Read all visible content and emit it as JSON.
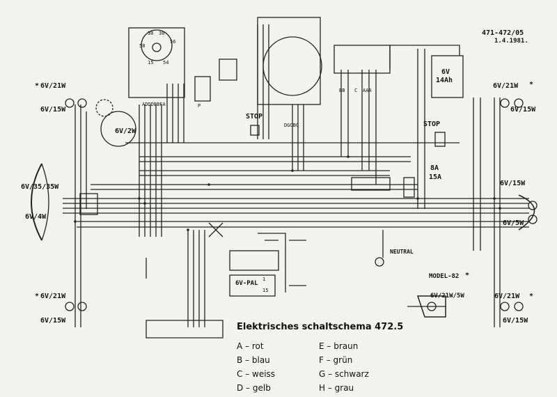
{
  "header": {
    "ref": "471-472/05",
    "date": "1.4.1981."
  },
  "title": "Elektrisches schaltschema 472.5",
  "labels": {
    "lamp_front_left_top": "6V/21W",
    "lamp_front_left_bottom": "6V/15W",
    "speedo_lamp": "6V/2W",
    "headlamp": "6V/35/35W",
    "parking_lamp": "6V/4W",
    "rear_left_top": "6V/21W",
    "rear_left_bottom": "6V/15W",
    "front_right_top": "6V/21W",
    "front_right_bottom": "6V/15W",
    "right_mid_top": "6V/15W",
    "right_mid_bottom": "6V/5W",
    "rear_right_top": "6V/21W",
    "rear_right_bottom": "6V/15W",
    "battery": "6V",
    "battery_cap": "14Ah",
    "stop_left": "STOP",
    "stop_right": "STOP",
    "fuse_a": "8A",
    "fuse_b": "15A",
    "neutral": "NEUTRAL",
    "model": "MODEL-82",
    "model_lamp": "6V/21W/5W",
    "coil": "6V-PAL",
    "coil_t1": "1",
    "coil_t15": "15",
    "switch_30a": "30",
    "switch_30b": "30",
    "switch_56": "56",
    "switch_58": "58",
    "switch_15": "15",
    "switch_54": "54",
    "switch_wires": "ADDDBBFA",
    "mag_wires": "DGCBC",
    "reg_wires_bb": "BB",
    "reg_wires_c": "C",
    "reg_wires_aaa": "AAA",
    "p_term": "P",
    "star": "*"
  },
  "legend": [
    {
      "code": "A",
      "color": "rot"
    },
    {
      "code": "B",
      "color": "blau"
    },
    {
      "code": "C",
      "color": "weiss"
    },
    {
      "code": "D",
      "color": "gelb"
    },
    {
      "code": "E",
      "color": "braun"
    },
    {
      "code": "F",
      "color": "grün"
    },
    {
      "code": "G",
      "color": "schwarz"
    },
    {
      "code": "H",
      "color": "grau"
    }
  ]
}
